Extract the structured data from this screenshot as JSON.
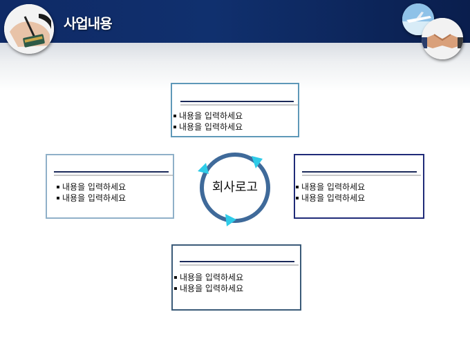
{
  "header": {
    "title": "사업내용",
    "colors": {
      "bar": "#0f2a66",
      "title_text": "#ffffff"
    }
  },
  "images": {
    "left_badge": "hand-with-pen-and-card",
    "plane_badge": "airplane-sky",
    "hands_badge": "handshake"
  },
  "center": {
    "label": "회사로고",
    "ring_color": "#3f6a9a",
    "arrow_color": "#2ecbe8"
  },
  "boxes": {
    "top": {
      "items": [
        "내용을 입력하세요",
        "내용을 입력하세요"
      ],
      "border_color": "#5e98b8",
      "line_color": "#1b2a5a"
    },
    "left": {
      "items": [
        "내용을 입력하세요",
        "내용을 입력하세요"
      ],
      "border_color": "#8fb0c8",
      "line_color": "#1b2a5a"
    },
    "right": {
      "items": [
        "내용을 입력하세요",
        "내용을 입력하세요"
      ],
      "border_color": "#1f2a78",
      "line_color": "#1b2a5a"
    },
    "bottom": {
      "items": [
        "내용을 입력하세요",
        "내용을 입력하세요"
      ],
      "border_color": "#3a5a78",
      "line_color": "#1b2a5a"
    }
  }
}
